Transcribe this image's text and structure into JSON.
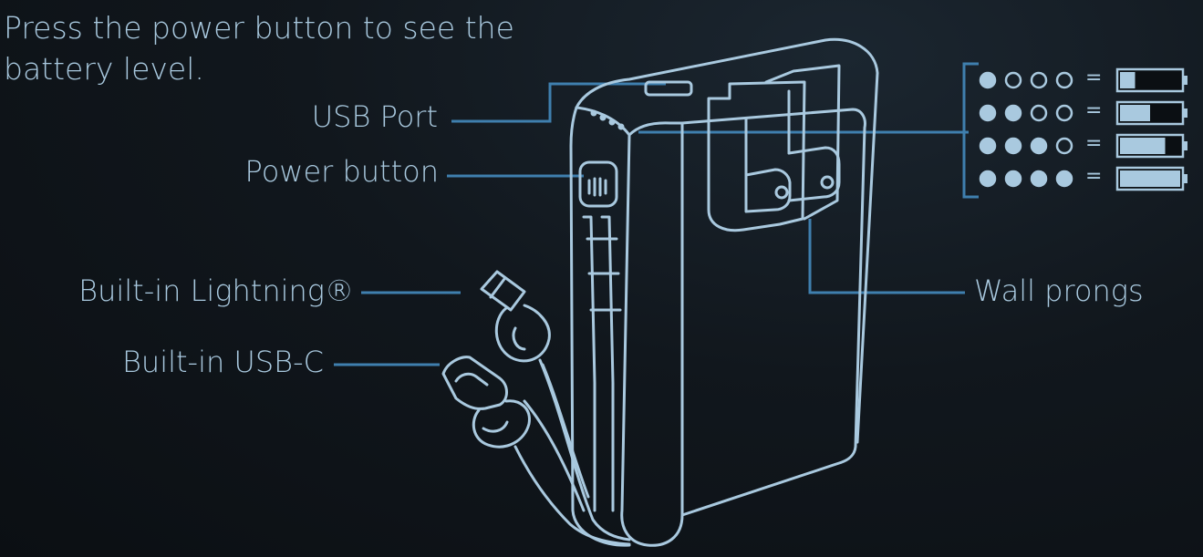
{
  "intro_text": "Press the power button to see the battery level.",
  "callouts": {
    "usb_port": "USB Port",
    "power_button": "Power button",
    "lightning": "Built-in Lightning®",
    "usb_c": "Built-in USB-C",
    "wall_prongs": "Wall prongs"
  },
  "battery_legend": {
    "separator": "=",
    "rows": [
      {
        "lit": 1,
        "total": 4,
        "fill": 0.25
      },
      {
        "lit": 2,
        "total": 4,
        "fill": 0.5
      },
      {
        "lit": 3,
        "total": 4,
        "fill": 0.75
      },
      {
        "lit": 4,
        "total": 4,
        "fill": 1.0
      }
    ]
  },
  "colors": {
    "line": "#a9c9df",
    "leader": "#3f7fae",
    "dot_lit": "#a9c9df",
    "background": "#11171d"
  }
}
